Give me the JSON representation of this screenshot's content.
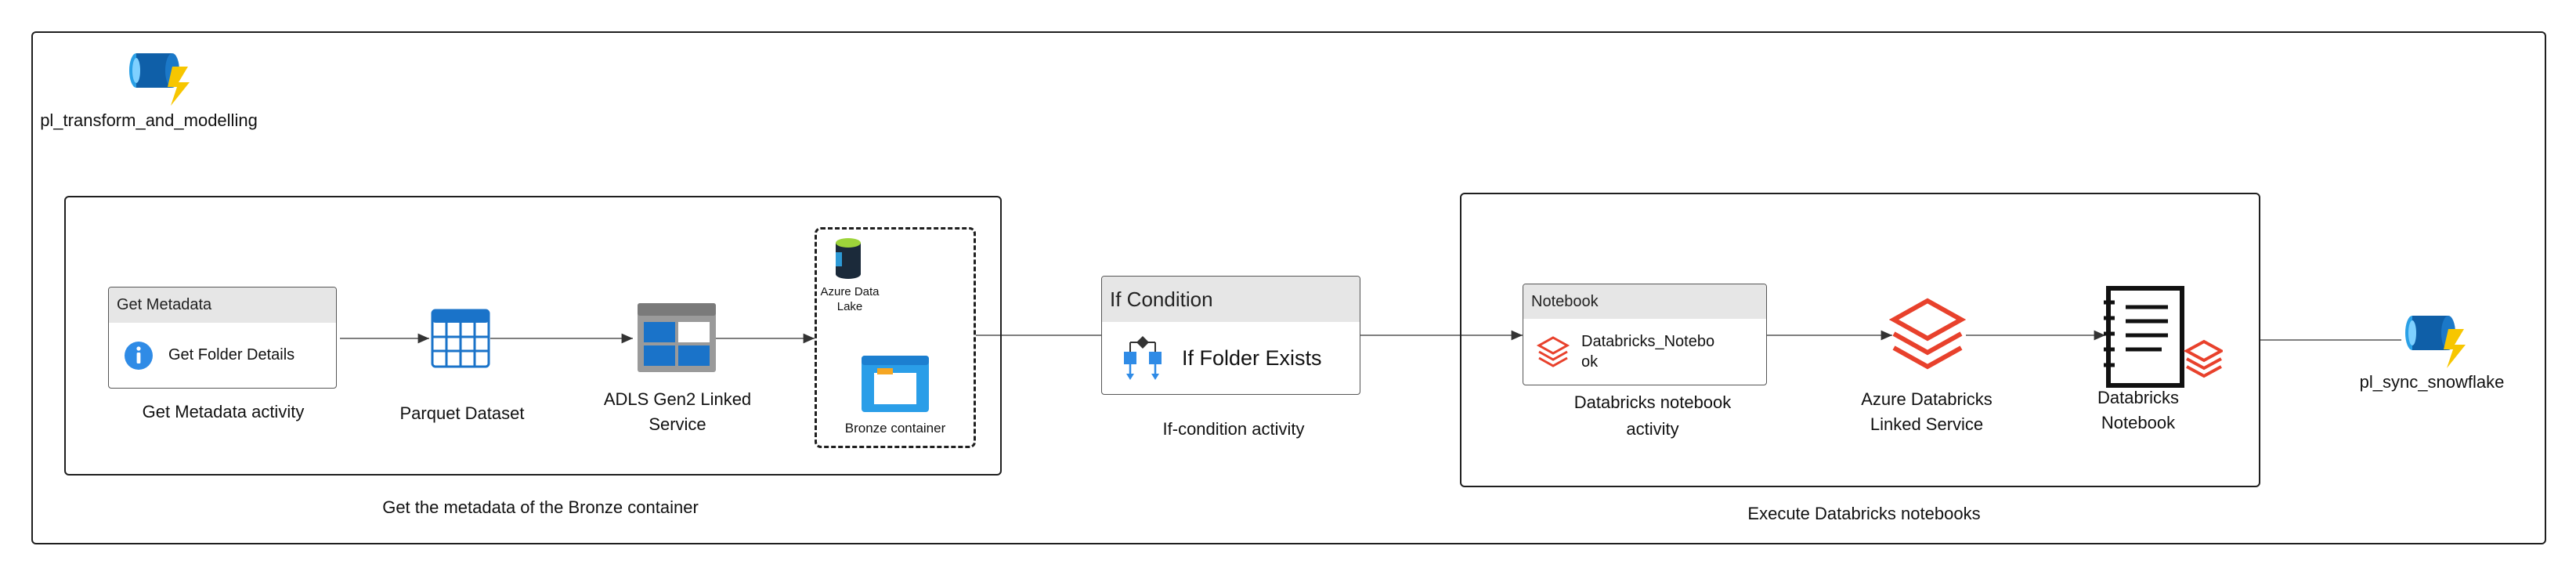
{
  "pipeline": {
    "name": "pl_transform_and_modelling",
    "next_pipeline": "pl_sync_snowflake"
  },
  "groups": {
    "metadata_group_label": "Get the metadata of the Bronze container",
    "notebook_group_label": "Execute Databricks notebooks"
  },
  "get_metadata": {
    "header": "Get Metadata",
    "activity_name": "Get Folder Details",
    "caption": "Get Metadata activity"
  },
  "parquet": {
    "caption": "Parquet Dataset"
  },
  "adls": {
    "caption_line1": "ADLS Gen2 Linked",
    "caption_line2": "Service"
  },
  "storage": {
    "data_lake_line1": "Azure Data",
    "data_lake_line2": "Lake",
    "container_caption": "Bronze container"
  },
  "if_condition": {
    "header": "If Condition",
    "activity_name": "If Folder Exists",
    "caption": "If-condition activity"
  },
  "notebook_activity": {
    "header": "Notebook",
    "name_line1": "Databricks_Notebo",
    "name_line2": "ok",
    "caption_line1": "Databricks notebook",
    "caption_line2": "activity"
  },
  "databricks_linked": {
    "caption_line1": "Azure Databricks",
    "caption_line2": "Linked Service"
  },
  "databricks_notebook": {
    "caption_line1": "Databricks",
    "caption_line2": "Notebook"
  },
  "icons": {
    "pipeline": "data-factory-pipeline-icon",
    "info": "info-icon",
    "table": "table-icon",
    "linked_service": "linked-service-icon",
    "data_lake": "data-lake-icon",
    "container": "container-icon",
    "if_condition": "if-condition-icon",
    "databricks": "databricks-icon",
    "notebook": "notebook-icon"
  },
  "colors": {
    "azure_blue": "#0078d4",
    "databricks_red": "#e8412c",
    "bolt_yellow": "#f7c600",
    "header_gray": "#e6e6e6"
  }
}
